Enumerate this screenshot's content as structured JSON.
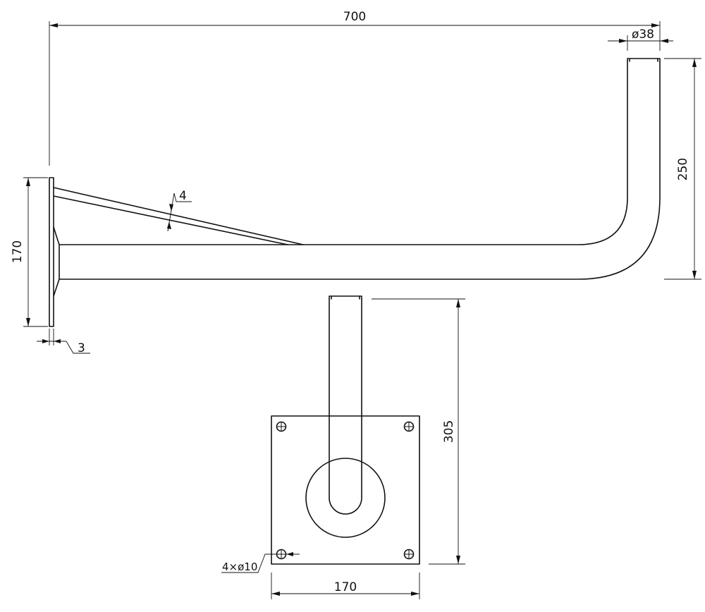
{
  "dimensions": {
    "overall_length": "700",
    "tube_diameter": "ø38",
    "vertical_rise": "250",
    "flange_height": "170",
    "flange_thickness": "3",
    "gusset_thickness": "4",
    "vertical_leg_length": "305",
    "base_plate_width": "170",
    "mounting_holes": "4×ø10"
  }
}
